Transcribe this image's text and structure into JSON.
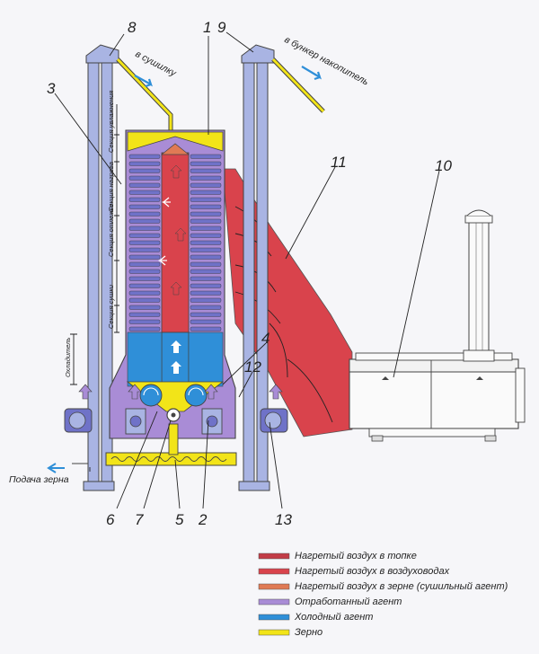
{
  "diagram": {
    "numbers": {
      "n1": "1",
      "n2": "2",
      "n3": "3",
      "n4": "4",
      "n5": "5",
      "n6": "6",
      "n7": "7",
      "n8": "8",
      "n9": "9",
      "n10": "10",
      "n11": "11",
      "n12": "12",
      "n13": "13"
    },
    "labels": {
      "to_dryer": "в сушилку",
      "to_bunker": "в бункер накопитель",
      "grain_feed": "Подача зерна",
      "cooler": "Охладитель",
      "section_moisture": "Секция увлажнения",
      "section_heating": "Секция нагрева",
      "section_tempering": "Секция отлежки",
      "section_drying": "Секция сушки"
    },
    "legend": [
      {
        "color": "#c23c47",
        "text": "Нагретый воздух в топке"
      },
      {
        "color": "#d9434c",
        "text": "Нагретый воздух в воздуховодах"
      },
      {
        "color": "#e07a55",
        "text": "Нагретый воздух в зерне (сушильный агент)"
      },
      {
        "color": "#a98cd6",
        "text": "Отработанный агент"
      },
      {
        "color": "#2f8fd8",
        "text": "Холодный агент"
      },
      {
        "color": "#f2e418",
        "text": "Зерно"
      }
    ],
    "colors": {
      "furnace": "#c23c47",
      "duct": "#d9434c",
      "agent": "#e07a55",
      "exhaust": "#a98cd6",
      "cold": "#2f8fd8",
      "grain": "#f2e418",
      "elevator": "#a9b4e3",
      "louver": "#6f72c8"
    }
  }
}
